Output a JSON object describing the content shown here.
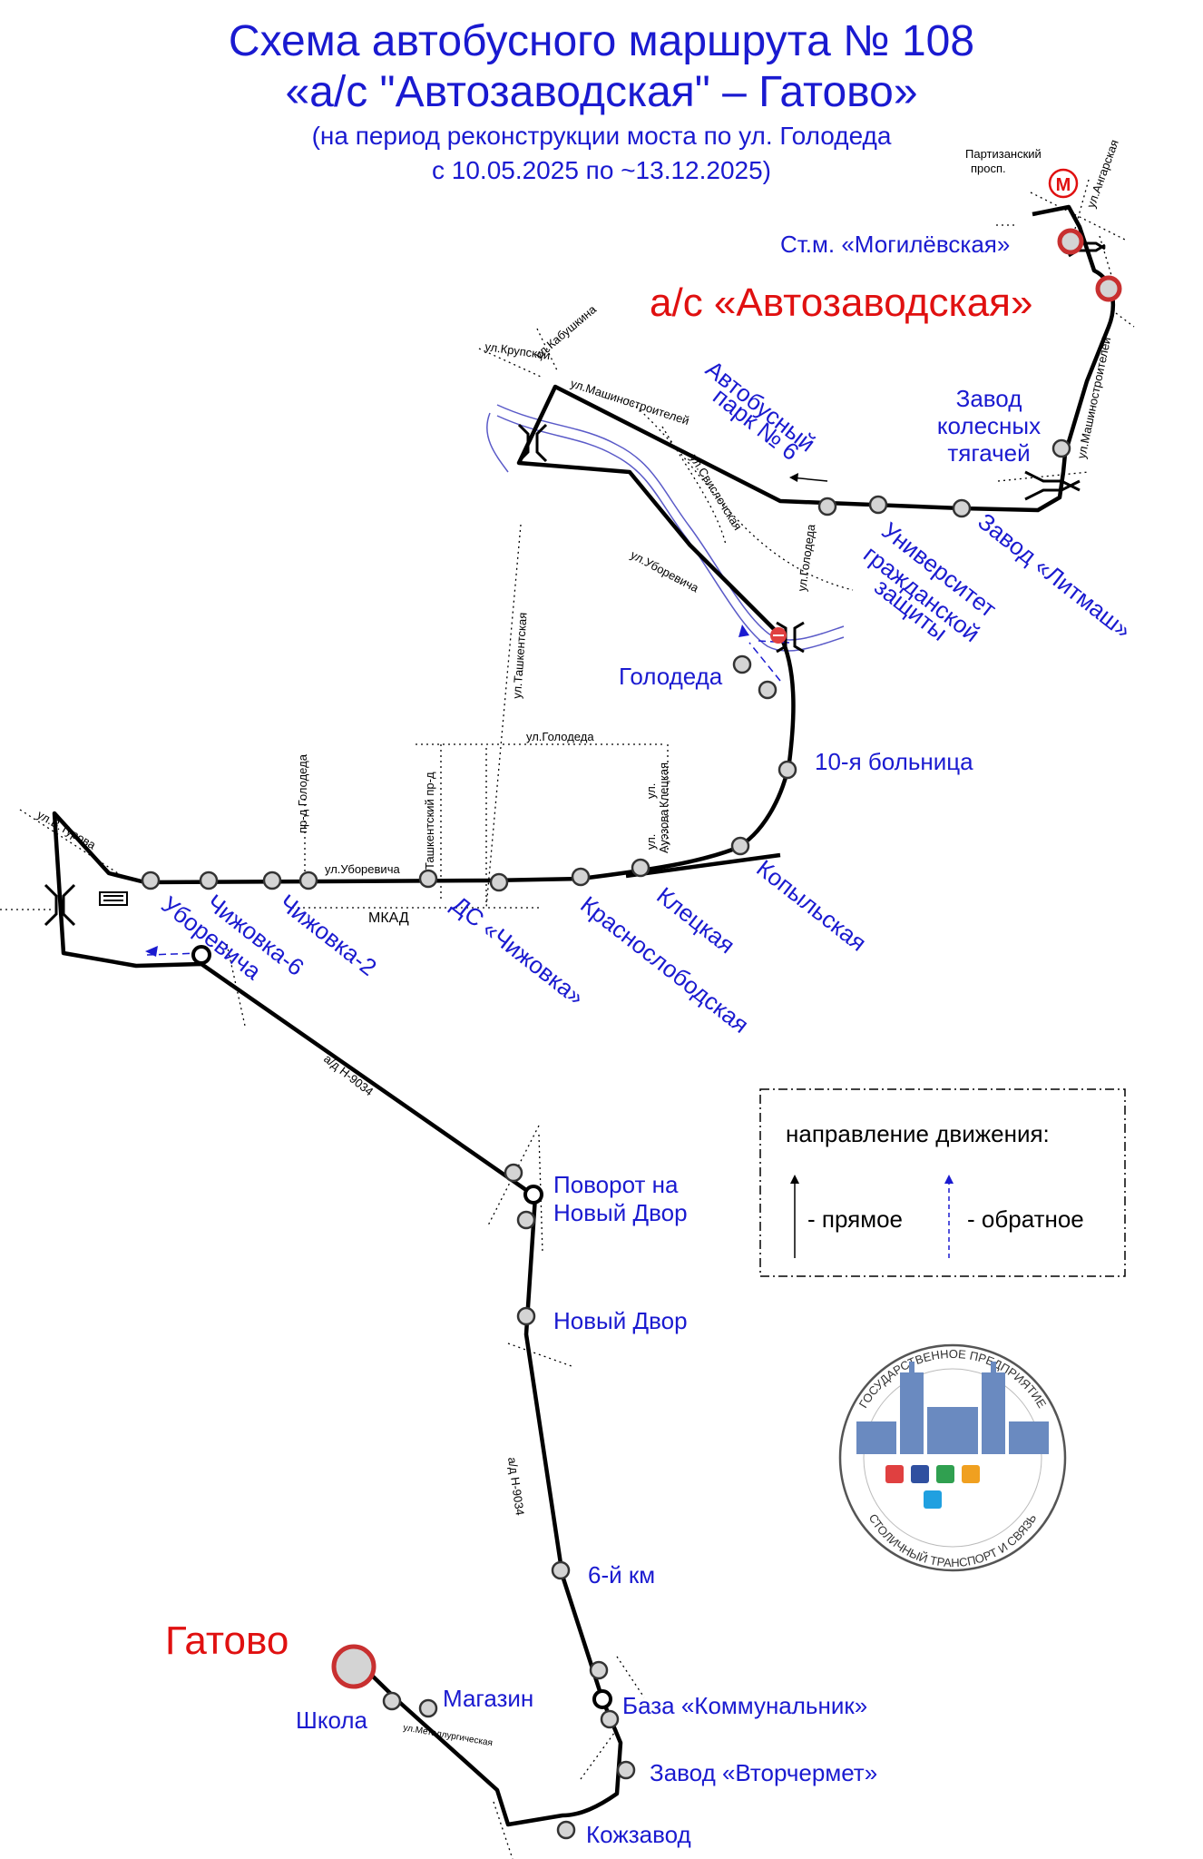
{
  "title": {
    "line1": "Схема автобусного маршрута № 108",
    "line2": "«а/с \"Автозаводская\" – Гатово»",
    "line3": "(на период реконструкции моста по ул. Голодеда",
    "line4": "с 10.05.2025 по ~13.12.2025)"
  },
  "terminals": {
    "start": "а/с «Автозаводская»",
    "end": "Гатово"
  },
  "stops": {
    "mogilevskaya": "Ст.м. «Могилёвская»",
    "zavod_kol_1": "Завод",
    "zavod_kol_2": "колесных",
    "zavod_kol_3": "тягачей",
    "avtopark_1": "Автобусный",
    "avtopark_2": "парк № 6",
    "litmash": "Завод «Литмаш»",
    "univ_1": "Университет",
    "univ_2": "гражданской",
    "univ_3": "защиты",
    "golodeda": "Голодеда",
    "bolnitsa": "10-я больница",
    "kopylskaya": "Копыльская",
    "kletskaya": "Клецкая",
    "krasnoslobodskaya": "Краснослободская",
    "chizhovka": "ДС «Чижовка»",
    "chizhovka2": "Чижовка-2",
    "chizhovka6": "Чижовка-6",
    "uborevicha": "Уборевича",
    "povorot_1": "Поворот на",
    "povorot_2": "Новый Двор",
    "novy_dvor": "Новый Двор",
    "km6": "6-й км",
    "kommunalnik": "База «Коммунальник»",
    "magazin": "Магазин",
    "shkola": "Школа",
    "vtorchermet": "Завод «Вторчермет»",
    "kozhzavod": "Кожзавод"
  },
  "streets": {
    "partizansky_1": "Партизанский",
    "partizansky_2": "просп.",
    "angarskaya": "ул.Ангарская",
    "mashinostroiteley_right": "ул.Машиностроителей",
    "mashinostroiteley_top": "ул.Машиностроителей",
    "krupskoy": "ул.Крупской",
    "kabushkina": "ул.Кабушкина",
    "svislochskaya": "ул.Свислочская",
    "golodeda_vert": "ул.Голодеда",
    "uborevicha_diag": "ул.Уборевича",
    "tashkentskaya": "ул.Ташкентская",
    "golodeda_horiz": "ул.Голодеда",
    "kletskaya_1": "ул.",
    "kletskaya_2": "Клецкая",
    "auezova_1": "ул.",
    "auezova_2": "Ауэзова",
    "tashkentsky_pr": "Ташкентский пр-д",
    "pr_golodeda": "пр-д Голодеда",
    "v_turova": "ул.В.Турова",
    "uborevicha_horiz": "ул.Уборевича",
    "mkad": "МКАД",
    "ad_h9034_a": "а/д Н-9034",
    "ad_h9034_b": "а/д Н-9034",
    "metallurgicheskaya": "ул.Металлургическая"
  },
  "metro_symbol": "М",
  "legend": {
    "title": "направление движения:",
    "forward": "- прямое",
    "reverse": "- обратное"
  },
  "logo": {
    "top_text": "ГОСУДАРСТВЕННОЕ ПРЕДПРИЯТИЕ",
    "bottom_text": "СТОЛИЧНЫЙ ТРАНСПОРТ И СВЯЗЬ"
  },
  "colors": {
    "stop_label": "#1a1ad0",
    "terminal_label": "#e01010",
    "route": "#000000",
    "stop_fill": "#d4d4d4",
    "river": "#5a5ac8"
  }
}
